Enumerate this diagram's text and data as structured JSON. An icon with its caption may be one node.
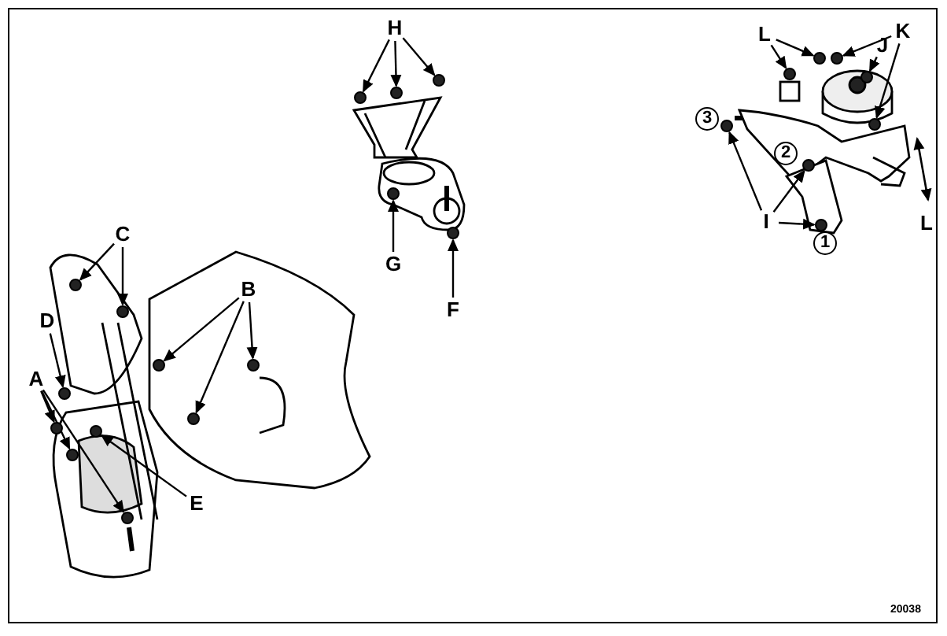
{
  "diagram": {
    "nodes": [
      {
        "text": [
          "H"
        ]
      },
      {
        "text": [
          "G"
        ]
      },
      {
        "text": [
          "F"
        ]
      },
      {
        "text": [
          "L"
        ]
      },
      {
        "text": [
          "K"
        ]
      },
      {
        "text": [
          "J"
        ]
      },
      {
        "text": [
          "3"
        ]
      },
      {
        "text": [
          "2"
        ]
      },
      {
        "text": [
          "I"
        ]
      },
      {
        "text": [
          "1"
        ]
      },
      {
        "text": [
          "C"
        ]
      },
      {
        "text": [
          "B"
        ]
      },
      {
        "text": [
          "D"
        ]
      },
      {
        "text": [
          "A"
        ]
      },
      {
        "text": [
          "E"
        ]
      },
      {
        "text": [],
        "shape": "circle"
      },
      {
        "text": [],
        "shape": "circle"
      },
      {
        "text": [],
        "shape": "circle"
      },
      {
        "text": [],
        "shape": "circle"
      },
      {
        "text": [],
        "shape": "circle"
      },
      {
        "text": [],
        "shape": "circle"
      },
      {
        "text": [],
        "shape": "circle"
      },
      {
        "text": [],
        "shape": "circle"
      },
      {
        "text": [],
        "shape": "circle"
      },
      {
        "text": [],
        "shape": "circle"
      },
      {
        "text": [],
        "shape": "circle"
      },
      {
        "text": [],
        "shape": "circle"
      },
      {
        "text": [],
        "shape": "circle"
      },
      {
        "text": [],
        "shape": "circle"
      },
      {
        "text": [],
        "shape": "circle"
      },
      {
        "text": [],
        "shape": "circle"
      },
      {
        "text": [],
        "shape": "circle"
      },
      {
        "text": [],
        "shape": "circle"
      },
      {
        "text": [],
        "shape": "circle"
      },
      {
        "text": [],
        "shape": "circle"
      },
      {
        "text": [],
        "shape": "circle"
      },
      {
        "text": [],
        "shape": "circle"
      },
      {
        "text": [],
        "shape": "circle"
      }
    ],
    "edges": [
      {
        "from": 0,
        "to": 15,
        "arrow": "to"
      },
      {
        "from": 0,
        "to": 16,
        "arrow": "to"
      },
      {
        "from": 0,
        "to": 17,
        "arrow": "to"
      },
      {
        "from": 1,
        "to": 18,
        "arrow": "to"
      },
      {
        "from": 2,
        "to": 19,
        "arrow": "to"
      },
      {
        "from": 3,
        "to": 20,
        "arrow": "to"
      },
      {
        "from": 3,
        "to": 21,
        "arrow": "to"
      },
      {
        "from": 4,
        "to": 22,
        "arrow": "to"
      },
      {
        "from": 4,
        "to": 23,
        "arrow": "to"
      },
      {
        "from": 5,
        "to": 24,
        "arrow": "to"
      },
      {
        "from": 8,
        "to": 25,
        "arrow": "to"
      },
      {
        "from": 8,
        "to": 26,
        "arrow": "to"
      },
      {
        "from": 8,
        "to": 27,
        "arrow": "to"
      },
      {
        "from": 10,
        "to": 28,
        "arrow": "to"
      },
      {
        "from": 10,
        "to": 29,
        "arrow": "to"
      },
      {
        "from": 11,
        "to": 30,
        "arrow": "to"
      },
      {
        "from": 11,
        "to": 31,
        "arrow": "to"
      },
      {
        "from": 11,
        "to": 32,
        "arrow": "to"
      },
      {
        "from": 12,
        "to": 33,
        "arrow": "to"
      },
      {
        "from": 13,
        "to": 34,
        "arrow": "to"
      },
      {
        "from": 13,
        "to": 35,
        "arrow": "to"
      },
      {
        "from": 13,
        "to": 36,
        "arrow": "to"
      },
      {
        "from": 14,
        "to": 37,
        "arrow": "to"
      }
    ],
    "labels": [
      "L",
      "20038"
    ]
  }
}
